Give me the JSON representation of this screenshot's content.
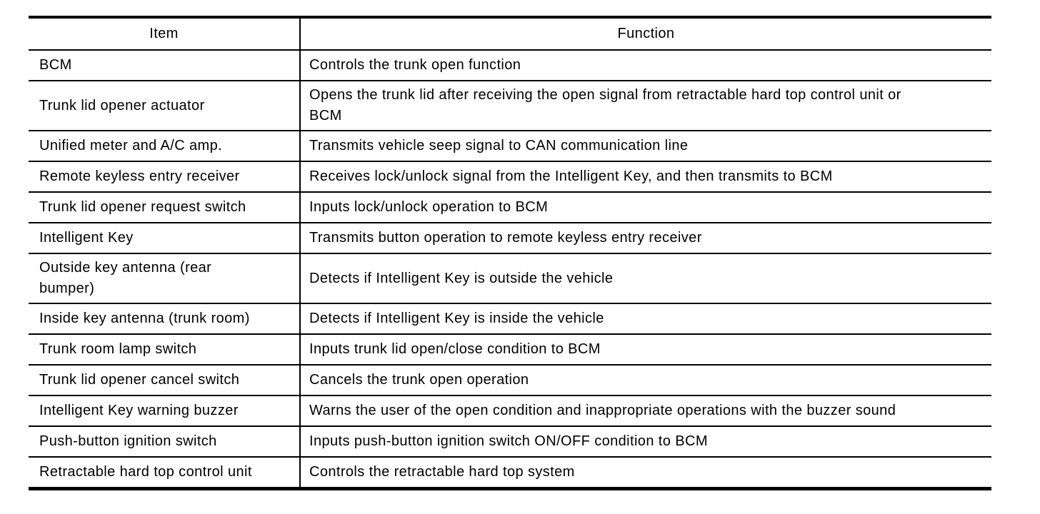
{
  "document": {
    "background_color": "#ffffff",
    "text_color": "#000000",
    "border_color": "#000000"
  },
  "table": {
    "headers": [
      "Item",
      "Function"
    ],
    "rows": [
      {
        "item": "BCM",
        "function": "Controls the trunk open function"
      },
      {
        "item": "Trunk lid opener actuator",
        "function": "Opens the trunk lid after receiving the open signal from retractable hard top control unit or\nBCM"
      },
      {
        "item": "Unified meter and A/C amp.",
        "function": "Transmits vehicle seep signal to CAN communication line"
      },
      {
        "item": "Remote keyless entry receiver",
        "function": "Receives lock/unlock signal from the Intelligent Key, and then transmits to BCM"
      },
      {
        "item": "Trunk lid opener request switch",
        "function": "Inputs lock/unlock operation to BCM"
      },
      {
        "item": "Intelligent Key",
        "function": "Transmits button operation to remote keyless entry receiver"
      },
      {
        "item": "Outside key antenna (rear\nbumper)",
        "function": "Detects if Intelligent Key is outside the vehicle"
      },
      {
        "item": "Inside key antenna (trunk room)",
        "function": "Detects if Intelligent Key is inside the vehicle"
      },
      {
        "item": "Trunk room lamp switch",
        "function": "Inputs trunk lid open/close condition to BCM"
      },
      {
        "item": "Trunk lid opener cancel switch",
        "function": "Cancels the trunk open operation"
      },
      {
        "item": "Intelligent Key warning buzzer",
        "function": "Warns the user of the open condition and inappropriate operations with the buzzer sound"
      },
      {
        "item": "Push-button ignition switch",
        "function": "Inputs push-button ignition switch ON/OFF condition to BCM"
      },
      {
        "item": "Retractable hard top control unit",
        "function": "Controls the retractable hard top system"
      }
    ]
  }
}
